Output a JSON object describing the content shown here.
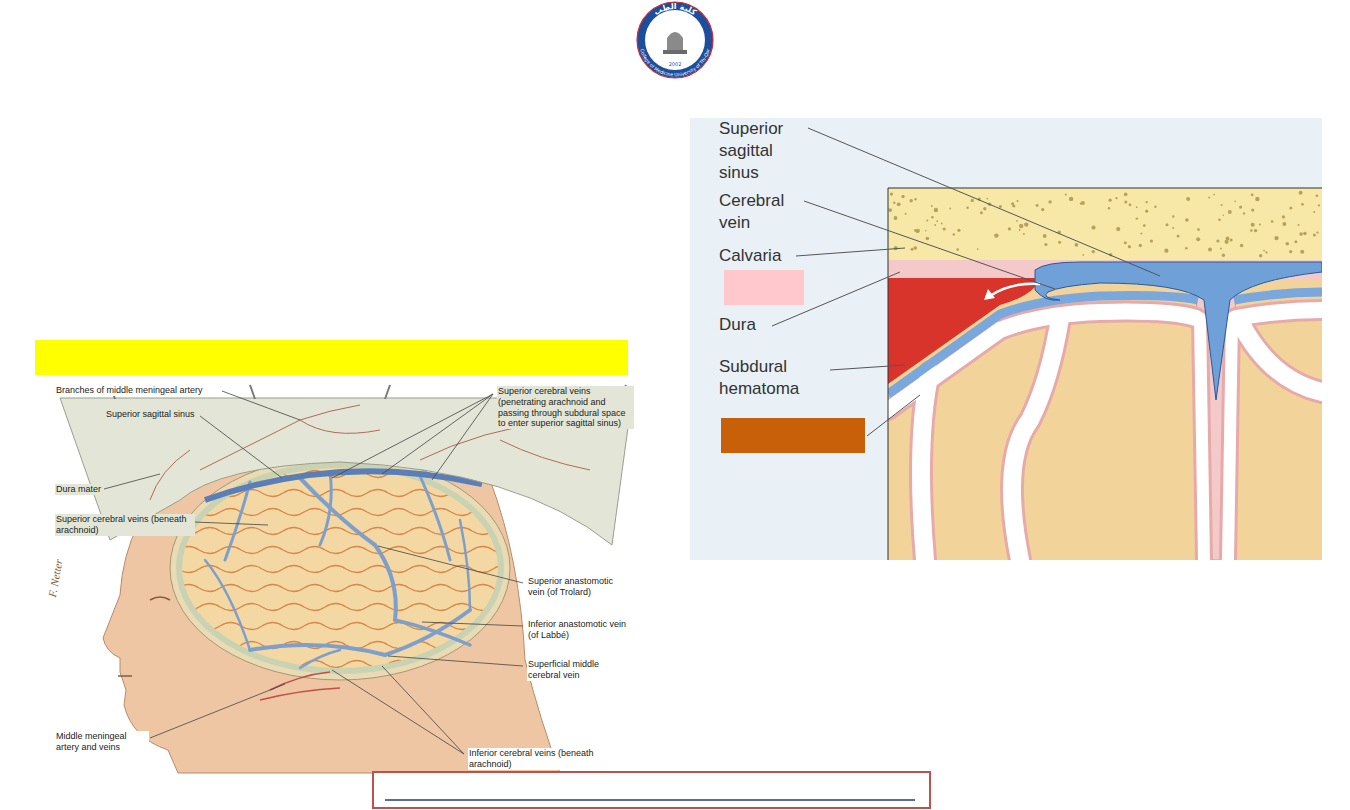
{
  "diagram": {
    "labels": [
      "Superior sagittal sinus",
      "Cerebral vein",
      "Calvaria",
      "Dura",
      "Subdural hematoma",
      "Branches of middle meningeal artery",
      "Superior sagittal sinus",
      "Dura mater",
      "Superior cerebral veins (beneath arachnoid)",
      "Superior cerebral veins (penetrating arachnoid and passing through subdural space to enter superior sagittal sinus)",
      "Superior anastomotic vein (of Trolard)",
      "Inferior anastomotic vein (of Labbé)",
      "Superficial middle cerebral vein",
      "Middle meningeal artery and veins",
      "Inferior cerebral veins (beneath arachnoid)",
      "F. Netter",
      "كلية الطب",
      "College of Medicine University of Thi-Qar",
      "2002"
    ]
  }
}
